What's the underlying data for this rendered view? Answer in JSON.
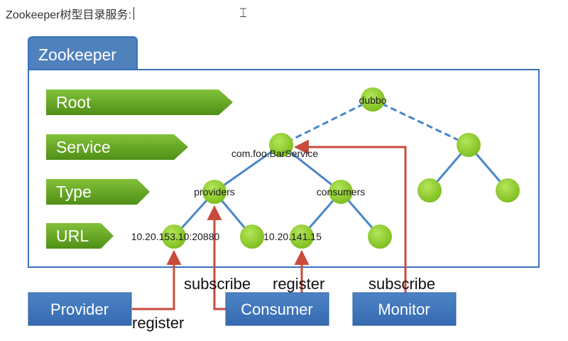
{
  "header": {
    "text": "Zookeeper树型目录服务:"
  },
  "panel": {
    "title": "Zookeeper"
  },
  "levels": [
    {
      "label": "Root"
    },
    {
      "label": "Service"
    },
    {
      "label": "Type"
    },
    {
      "label": "URL"
    }
  ],
  "nodes": {
    "root": "dubbo",
    "service": "com.foo.BarService",
    "providers": "providers",
    "consumers": "consumers",
    "provider_url": "10.20.153.10:20880",
    "consumer_url": "10.20.141.15"
  },
  "actors": {
    "provider": "Provider",
    "consumer": "Consumer",
    "monitor": "Monitor"
  },
  "actions": {
    "provider_register": "register",
    "consumer_subscribe": "subscribe",
    "consumer_register": "register",
    "monitor_subscribe": "subscribe"
  },
  "colors": {
    "panel_border": "#3a72bf",
    "panel_tab": "#4f81bd",
    "level_arrow": "#5fa31e",
    "node": "#8fcf28",
    "tree_line": "#4a86c8",
    "actor_box": "#3f75b8",
    "actor_text": "#ffffff",
    "action_arrow": "#c84b3e"
  }
}
